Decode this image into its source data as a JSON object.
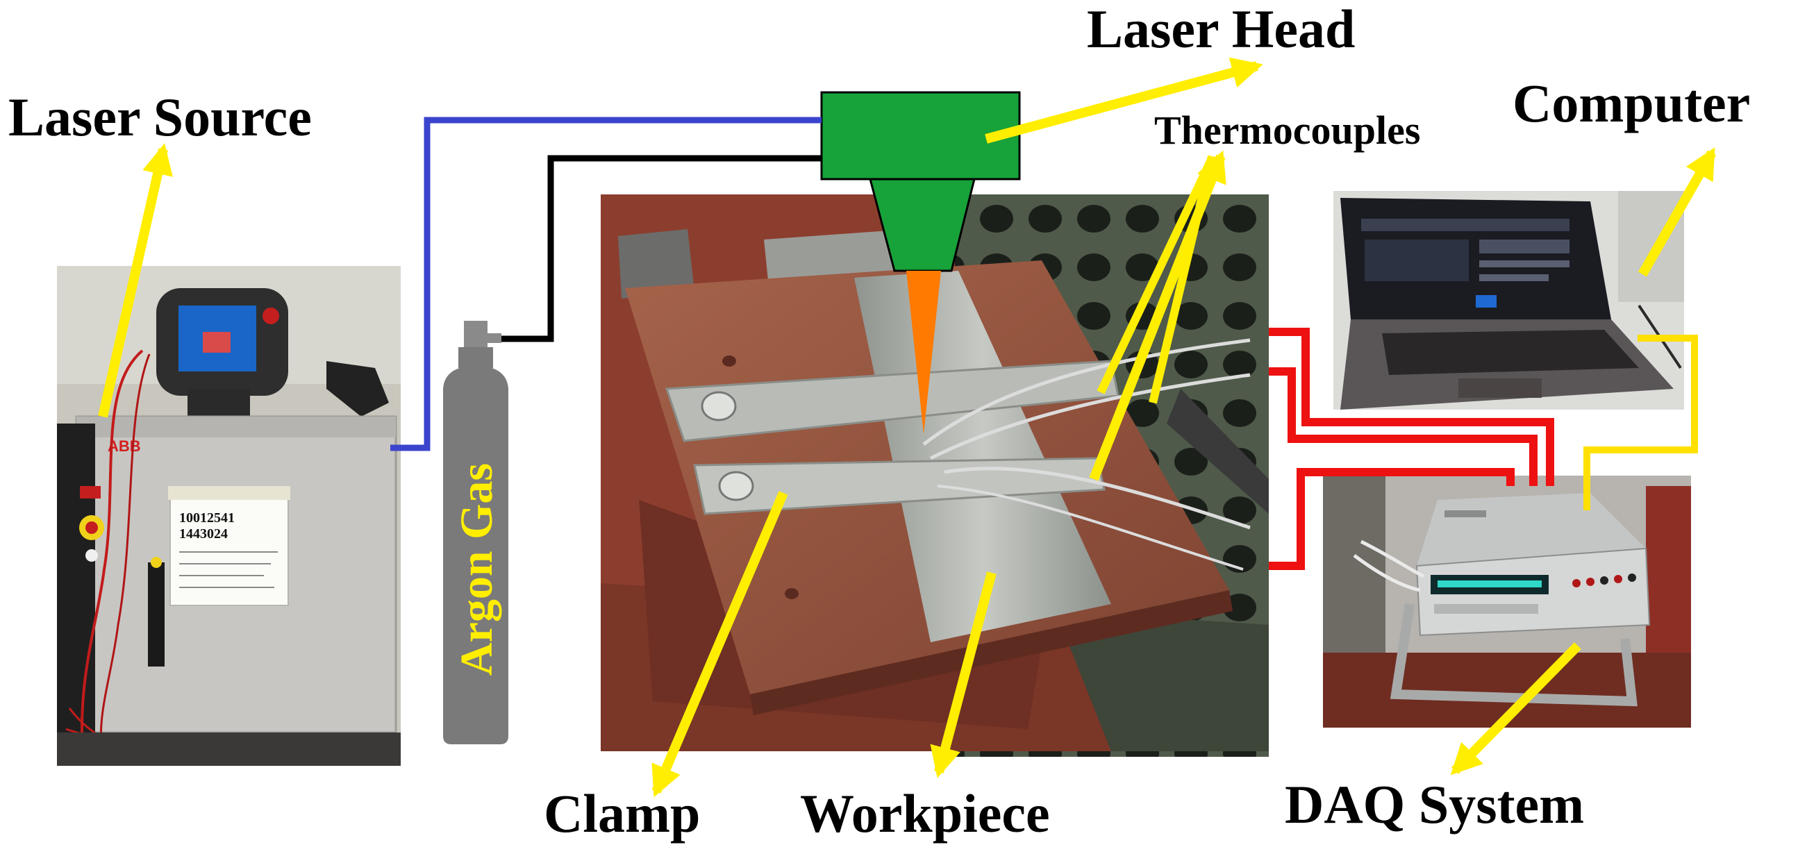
{
  "labels": {
    "laser_source": "Laser Source",
    "laser_head": "Laser Head",
    "thermocouples": "Thermocouples",
    "computer": "Computer",
    "argon_gas": "Argon Gas",
    "clamp": "Clamp",
    "workpiece": "Workpiece",
    "daq_system": "DAQ System"
  },
  "equipment_text": {
    "cabinet_brand": "ABB",
    "cabinet_sheet_line1": "10012541",
    "cabinet_sheet_line2": "1443024"
  },
  "colors": {
    "arrow": "#ffee00",
    "laser_head": "#17a23a",
    "laser_beam": "#ff7a00",
    "argon_cylinder": "#7a7a7a",
    "argon_text": "#ffee00",
    "fiber_cable": "#3a44cc",
    "gas_hose": "#000000",
    "thermocouple_wire": "#ee1111",
    "signal_cable": "#ffe000"
  }
}
